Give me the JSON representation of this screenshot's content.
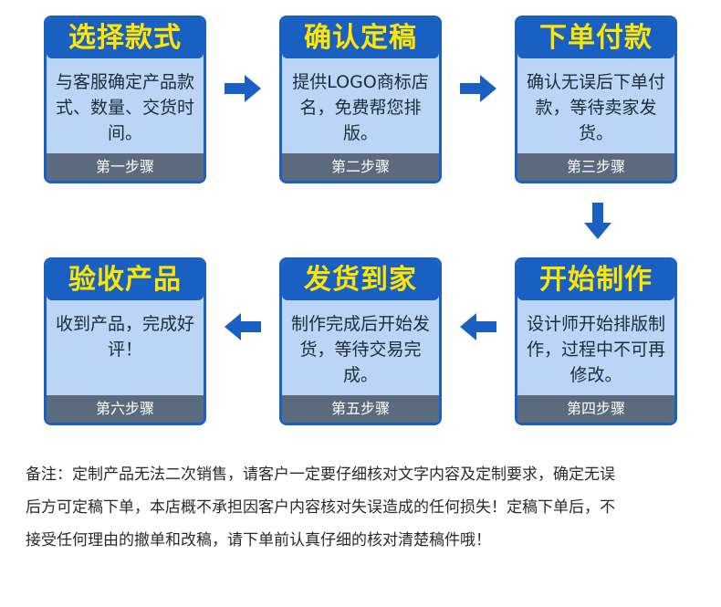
{
  "steps": [
    {
      "title": "选择款式",
      "desc": "与客服确定产品款式、数量、交货时间。",
      "label": "第一步骤"
    },
    {
      "title": "确认定稿",
      "desc": "提供LOGO商标店名，免费帮您排版。",
      "label": "第二步骤"
    },
    {
      "title": "下单付款",
      "desc": "确认无误后下单付款，等待卖家发货。",
      "label": "第三步骤"
    },
    {
      "title": "开始制作",
      "desc": "设计师开始排版制作，过程中不可再修改。",
      "label": "第四步骤"
    },
    {
      "title": "发货到家",
      "desc": "制作完成后开始发货，等待交易完成。",
      "label": "第五步骤"
    },
    {
      "title": "验收产品",
      "desc": "收到产品，完成好评！",
      "label": "第六步骤"
    }
  ],
  "note": "备注：定制产品无法二次销售，请客户一定要仔细核对文字内容及定制要求，确定无误\n后方可定稿下单，本店概不承担因客户内容核对失误造成的任何损失！定稿下单后，不\n接受任何理由的撤单和改稿，请下单前认真仔细的核对清楚稿件哦！",
  "colors": {
    "accent": "#1a5fc2",
    "card_bg": "#bcd5f7",
    "title": "#ffe600",
    "footer": "#5b6b7d"
  }
}
